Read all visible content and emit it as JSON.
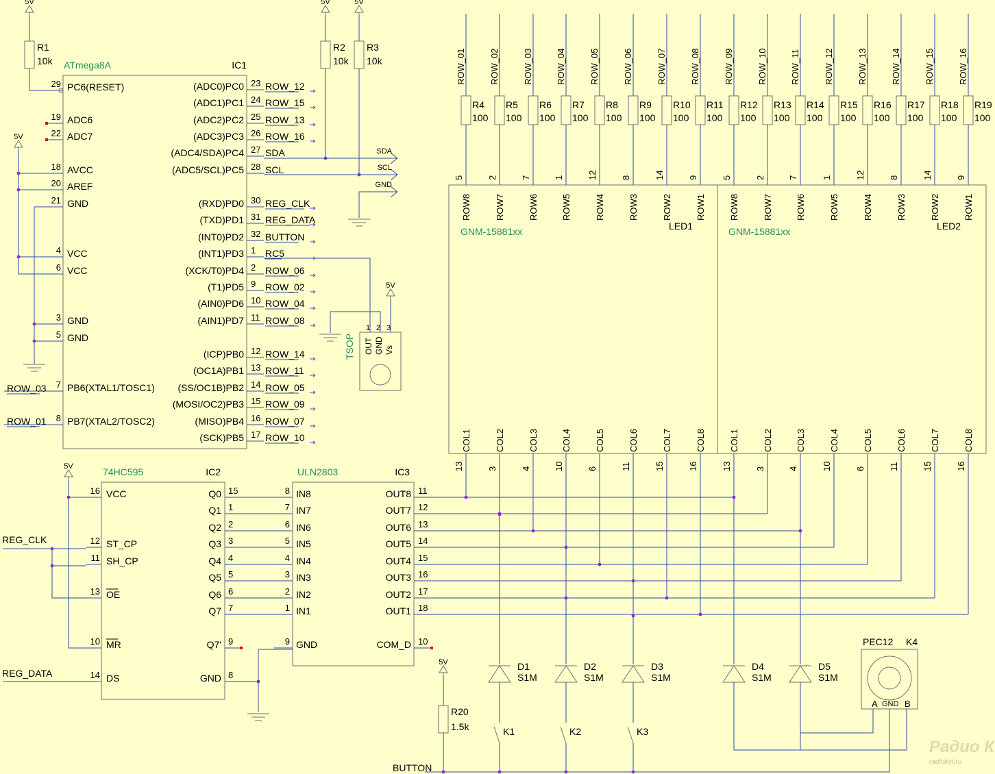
{
  "colors": {
    "background": "#ffffcc",
    "wire": "#2e4aa8",
    "part": "#6f6f6f",
    "component_text": "#000000",
    "ic_type_text": "#1f8f5f",
    "junction": "#8a2be2",
    "unconnected_pin": "#e00000"
  },
  "power": {
    "vcc": "5V"
  },
  "ic1": {
    "type": "ATmega8A",
    "ref": "IC1",
    "left_pins": [
      {
        "num": "29",
        "name": "PC6(RESET)"
      },
      {
        "num": "19",
        "name": "ADC6"
      },
      {
        "num": "22",
        "name": "ADC7"
      },
      {
        "num": "18",
        "name": "AVCC"
      },
      {
        "num": "20",
        "name": "AREF"
      },
      {
        "num": "21",
        "name": "GND"
      },
      {
        "num": "4",
        "name": "VCC"
      },
      {
        "num": "6",
        "name": "VCC"
      },
      {
        "num": "3",
        "name": "GND"
      },
      {
        "num": "5",
        "name": "GND"
      },
      {
        "num": "7",
        "name": "PB6(XTAL1/TOSC1)"
      },
      {
        "num": "8",
        "name": "PB7(XTAL2/TOSC2)"
      }
    ],
    "right_pins": [
      {
        "num": "23",
        "name": "(ADC0)PC0",
        "net": "ROW_12"
      },
      {
        "num": "24",
        "name": "(ADC1)PC1",
        "net": "ROW_15"
      },
      {
        "num": "25",
        "name": "(ADC2)PC2",
        "net": "ROW_13"
      },
      {
        "num": "26",
        "name": "(ADC3)PC3",
        "net": "ROW_16"
      },
      {
        "num": "27",
        "name": "(ADC4/SDA)PC4",
        "net": "SDA"
      },
      {
        "num": "28",
        "name": "(ADC5/SCL)PC5",
        "net": "SCL"
      },
      {
        "num": "30",
        "name": "(RXD)PD0",
        "net": "REG_CLK"
      },
      {
        "num": "31",
        "name": "(TXD)PD1",
        "net": "REG_DATA"
      },
      {
        "num": "32",
        "name": "(INT0)PD2",
        "net": "BUTTON"
      },
      {
        "num": "1",
        "name": "(INT1)PD3",
        "net": "RC5"
      },
      {
        "num": "2",
        "name": "(XCK/T0)PD4",
        "net": "ROW_06"
      },
      {
        "num": "9",
        "name": "(T1)PD5",
        "net": "ROW_02"
      },
      {
        "num": "10",
        "name": "(AIN0)PD6",
        "net": "ROW_04"
      },
      {
        "num": "11",
        "name": "(AIN1)PD7",
        "net": "ROW_08"
      },
      {
        "num": "12",
        "name": "(ICP)PB0",
        "net": "ROW_14"
      },
      {
        "num": "13",
        "name": "(OC1A)PB1",
        "net": "ROW_11"
      },
      {
        "num": "14",
        "name": "(SS/OC1B)PB2",
        "net": "ROW_05"
      },
      {
        "num": "15",
        "name": "(MOSI/OC2)PB3",
        "net": "ROW_09"
      },
      {
        "num": "16",
        "name": "(MISO)PB4",
        "net": "ROW_07"
      },
      {
        "num": "17",
        "name": "(SCK)PB5",
        "net": "ROW_10"
      }
    ],
    "left_nets": {
      "pb6": "ROW_03",
      "pb7": "ROW_01"
    }
  },
  "pullups": [
    {
      "ref": "R1",
      "value": "10k"
    },
    {
      "ref": "R2",
      "value": "10k"
    },
    {
      "ref": "R3",
      "value": "10k"
    }
  ],
  "i2c_outputs": [
    "SDA",
    "SCL",
    "GND"
  ],
  "tsop": {
    "label": "TSOP",
    "pins": [
      {
        "num": "1",
        "name": "OUT"
      },
      {
        "num": "2",
        "name": "GND"
      },
      {
        "num": "3",
        "name": "Vs"
      }
    ]
  },
  "row_nets": [
    "ROW_01",
    "ROW_02",
    "ROW_03",
    "ROW_04",
    "ROW_05",
    "ROW_06",
    "ROW_07",
    "ROW_08",
    "ROW_09",
    "ROW_10",
    "ROW_11",
    "ROW_12",
    "ROW_13",
    "ROW_14",
    "ROW_15",
    "ROW_16"
  ],
  "row_resistors": [
    {
      "ref": "R4",
      "value": "100"
    },
    {
      "ref": "R5",
      "value": "100"
    },
    {
      "ref": "R6",
      "value": "100"
    },
    {
      "ref": "R7",
      "value": "100"
    },
    {
      "ref": "R8",
      "value": "100"
    },
    {
      "ref": "R9",
      "value": "100"
    },
    {
      "ref": "R10",
      "value": "100"
    },
    {
      "ref": "R11",
      "value": "100"
    },
    {
      "ref": "R12",
      "value": "100"
    },
    {
      "ref": "R13",
      "value": "100"
    },
    {
      "ref": "R14",
      "value": "100"
    },
    {
      "ref": "R15",
      "value": "100"
    },
    {
      "ref": "R16",
      "value": "100"
    },
    {
      "ref": "R17",
      "value": "100"
    },
    {
      "ref": "R18",
      "value": "100"
    },
    {
      "ref": "R19",
      "value": "100"
    }
  ],
  "leds": [
    {
      "type": "GNM-15881xx",
      "ref": "LED1"
    },
    {
      "type": "GNM-15881xx",
      "ref": "LED2"
    }
  ],
  "led_row_pins": [
    {
      "pin": "5",
      "name": "ROW8"
    },
    {
      "pin": "2",
      "name": "ROW7"
    },
    {
      "pin": "7",
      "name": "ROW6"
    },
    {
      "pin": "1",
      "name": "ROW5"
    },
    {
      "pin": "12",
      "name": "ROW4"
    },
    {
      "pin": "8",
      "name": "ROW3"
    },
    {
      "pin": "14",
      "name": "ROW2"
    },
    {
      "pin": "9",
      "name": "ROW1"
    }
  ],
  "led_col_pins": [
    {
      "pin": "13",
      "name": "COL1"
    },
    {
      "pin": "3",
      "name": "COL2"
    },
    {
      "pin": "4",
      "name": "COL3"
    },
    {
      "pin": "10",
      "name": "COL4"
    },
    {
      "pin": "6",
      "name": "COL5"
    },
    {
      "pin": "11",
      "name": "COL6"
    },
    {
      "pin": "15",
      "name": "COL7"
    },
    {
      "pin": "16",
      "name": "COL8"
    }
  ],
  "ic2": {
    "type": "74HC595",
    "ref": "IC2",
    "left_pins": [
      {
        "num": "16",
        "name": "VCC"
      },
      {
        "num": "12",
        "name": "ST_CP"
      },
      {
        "num": "11",
        "name": "SH_CP"
      },
      {
        "num": "13",
        "name": "OE"
      },
      {
        "num": "10",
        "name": "MR"
      },
      {
        "num": "14",
        "name": "DS"
      }
    ],
    "right_pins": [
      {
        "num": "15",
        "name": "Q0"
      },
      {
        "num": "1",
        "name": "Q1"
      },
      {
        "num": "2",
        "name": "Q2"
      },
      {
        "num": "3",
        "name": "Q3"
      },
      {
        "num": "4",
        "name": "Q4"
      },
      {
        "num": "5",
        "name": "Q5"
      },
      {
        "num": "6",
        "name": "Q6"
      },
      {
        "num": "7",
        "name": "Q7"
      },
      {
        "num": "9",
        "name": "Q7'"
      },
      {
        "num": "8",
        "name": "GND"
      }
    ],
    "inputs": {
      "reg_clk": "REG_CLK",
      "reg_data": "REG_DATA"
    }
  },
  "ic3": {
    "type": "ULN2803",
    "ref": "IC3",
    "left_pins": [
      {
        "num": "8",
        "name": "IN8"
      },
      {
        "num": "7",
        "name": "IN7"
      },
      {
        "num": "6",
        "name": "IN6"
      },
      {
        "num": "5",
        "name": "IN5"
      },
      {
        "num": "4",
        "name": "IN4"
      },
      {
        "num": "3",
        "name": "IN3"
      },
      {
        "num": "2",
        "name": "IN2"
      },
      {
        "num": "1",
        "name": "IN1"
      },
      {
        "num": "9",
        "name": "GND"
      }
    ],
    "right_pins": [
      {
        "num": "11",
        "name": "OUT8"
      },
      {
        "num": "12",
        "name": "OUT7"
      },
      {
        "num": "13",
        "name": "OUT6"
      },
      {
        "num": "14",
        "name": "OUT5"
      },
      {
        "num": "15",
        "name": "OUT4"
      },
      {
        "num": "16",
        "name": "OUT3"
      },
      {
        "num": "17",
        "name": "OUT2"
      },
      {
        "num": "18",
        "name": "OUT1"
      },
      {
        "num": "10",
        "name": "COM_D"
      }
    ]
  },
  "diodes": [
    {
      "ref": "D1",
      "value": "S1M"
    },
    {
      "ref": "D2",
      "value": "S1M"
    },
    {
      "ref": "D3",
      "value": "S1M"
    },
    {
      "ref": "D4",
      "value": "S1M"
    },
    {
      "ref": "D5",
      "value": "S1M"
    }
  ],
  "keys": [
    "K1",
    "K2",
    "K3"
  ],
  "button_resistor": {
    "ref": "R20",
    "value": "1.5k"
  },
  "button_net": "BUTTON",
  "encoder": {
    "type": "PEC12",
    "ref": "K4",
    "pins": [
      "A",
      "GND",
      "B"
    ]
  },
  "watermark": {
    "line1": "Радио КОТ",
    "line2": "radiokot.ru"
  }
}
